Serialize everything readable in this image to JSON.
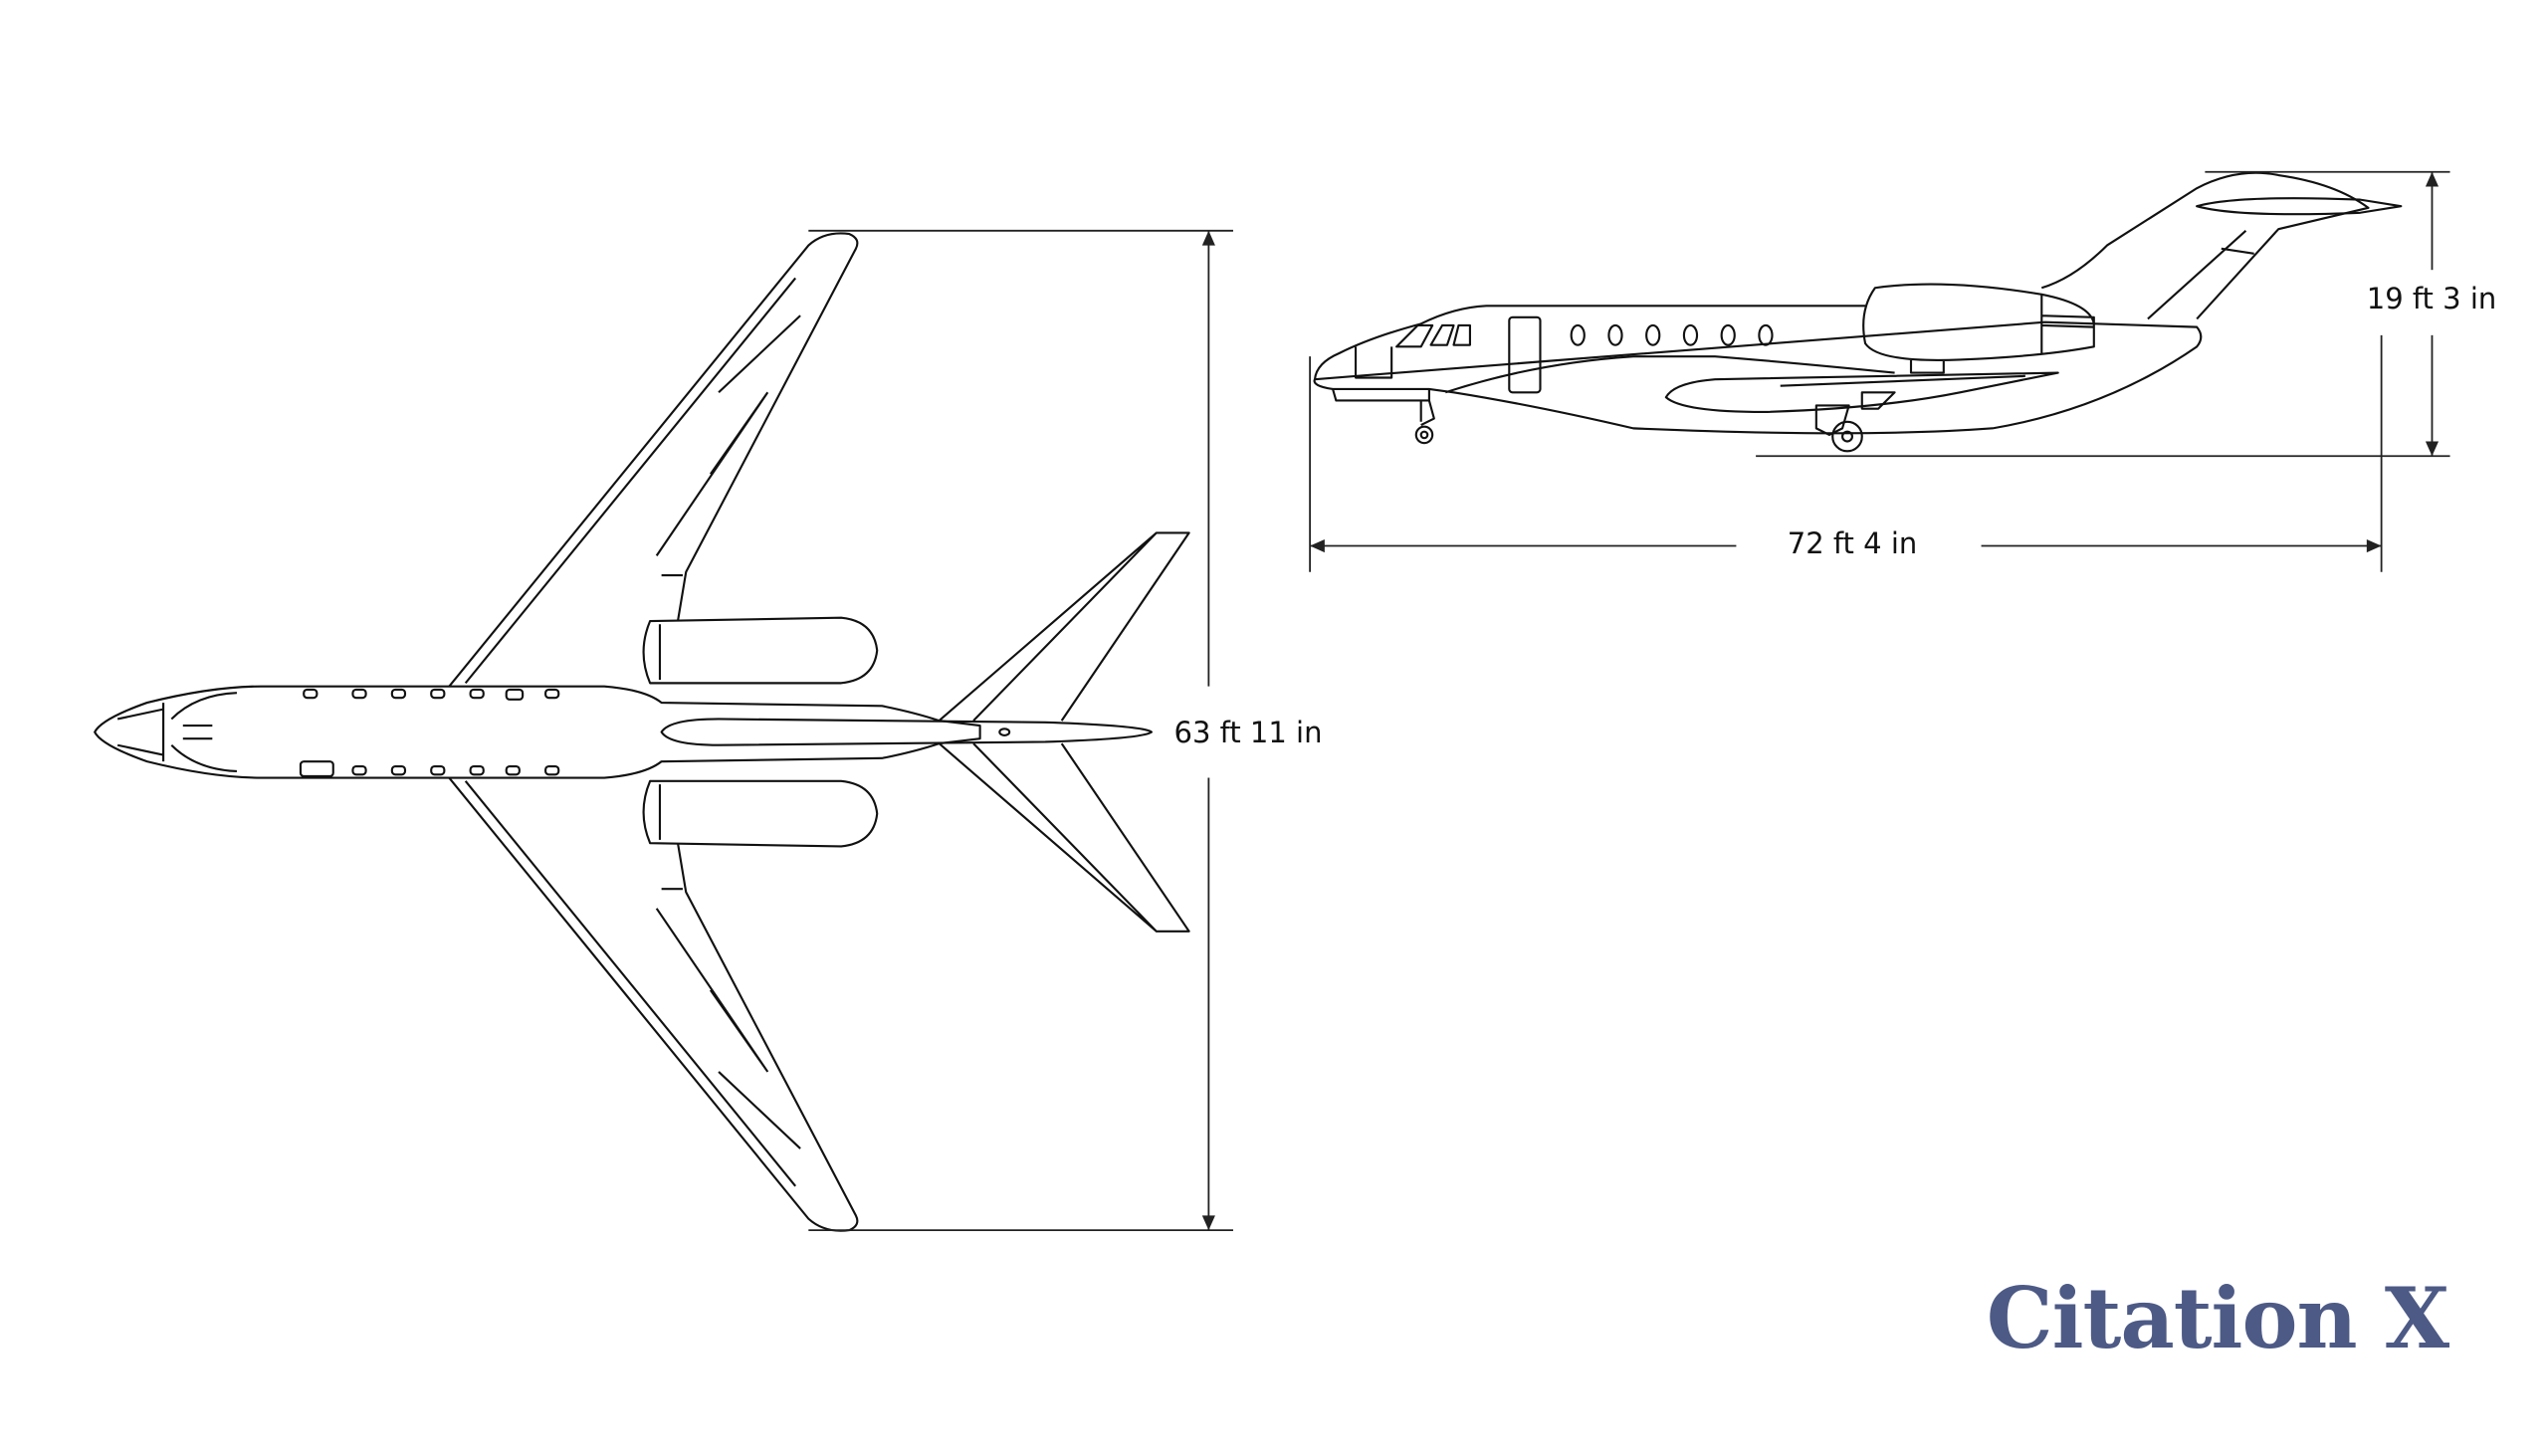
{
  "dimensions": {
    "wingspan": "63 ft 11 in",
    "height": "19 ft 3 in",
    "length": "72 ft 4 in"
  },
  "logo": {
    "text": "Citation X",
    "color": "#4d5a86"
  }
}
